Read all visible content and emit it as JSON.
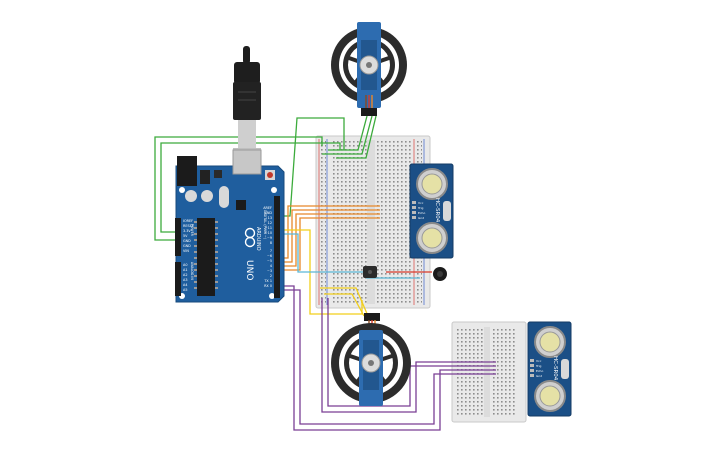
{
  "arduino": {
    "brand": "ARDUINO",
    "model": "UNO",
    "header_digital": "DIGITAL (PWM ~)",
    "header_power": "POWER",
    "header_analog": "ANALOG IN",
    "pin_aref": "AREF",
    "pin_gnd": "GND",
    "pin_13": "13",
    "pin_12": "12",
    "pin_11": "~11",
    "pin_10": "~10",
    "pin_9": "~9",
    "pin_8": "8",
    "pin_7": "7",
    "pin_6": "~6",
    "pin_5": "~5",
    "pin_4": "4",
    "pin_3": "~3",
    "pin_2": "2",
    "pin_tx": "TX 1",
    "pin_rx": "RX 0",
    "pwr_ioref": "IOREF",
    "pwr_reset": "RESET",
    "pwr_33v": "3.3V",
    "pwr_5v": "5V",
    "pwr_gnd1": "GND",
    "pwr_gnd2": "GND",
    "pwr_vin": "VIN",
    "a0": "A0",
    "a1": "A1",
    "a2": "A2",
    "a3": "A3",
    "a4": "A4",
    "a5": "A5"
  },
  "sensor_1": {
    "model": "HC-SR04",
    "pin_vcc": "Vcc",
    "pin_trig": "Trig",
    "pin_echo": "Echo",
    "pin_gnd": "Gnd"
  },
  "sensor_2": {
    "model": "HC-SR04",
    "pin_vcc": "Vcc",
    "pin_trig": "Trig",
    "pin_echo": "Echo",
    "pin_gnd": "Gnd"
  },
  "colors": {
    "board": "#1f5e9e",
    "sensor": "#1b4f86",
    "wire_green": "#3cab3c",
    "wire_orange": "#e8882a",
    "wire_yellow": "#f2cf1b",
    "wire_cyan": "#5bb8d6",
    "wire_purple": "#7a3f94",
    "wire_red": "#d83a2b",
    "breadboard": "#e6e6e6",
    "wheel": "#2c2c2c"
  }
}
